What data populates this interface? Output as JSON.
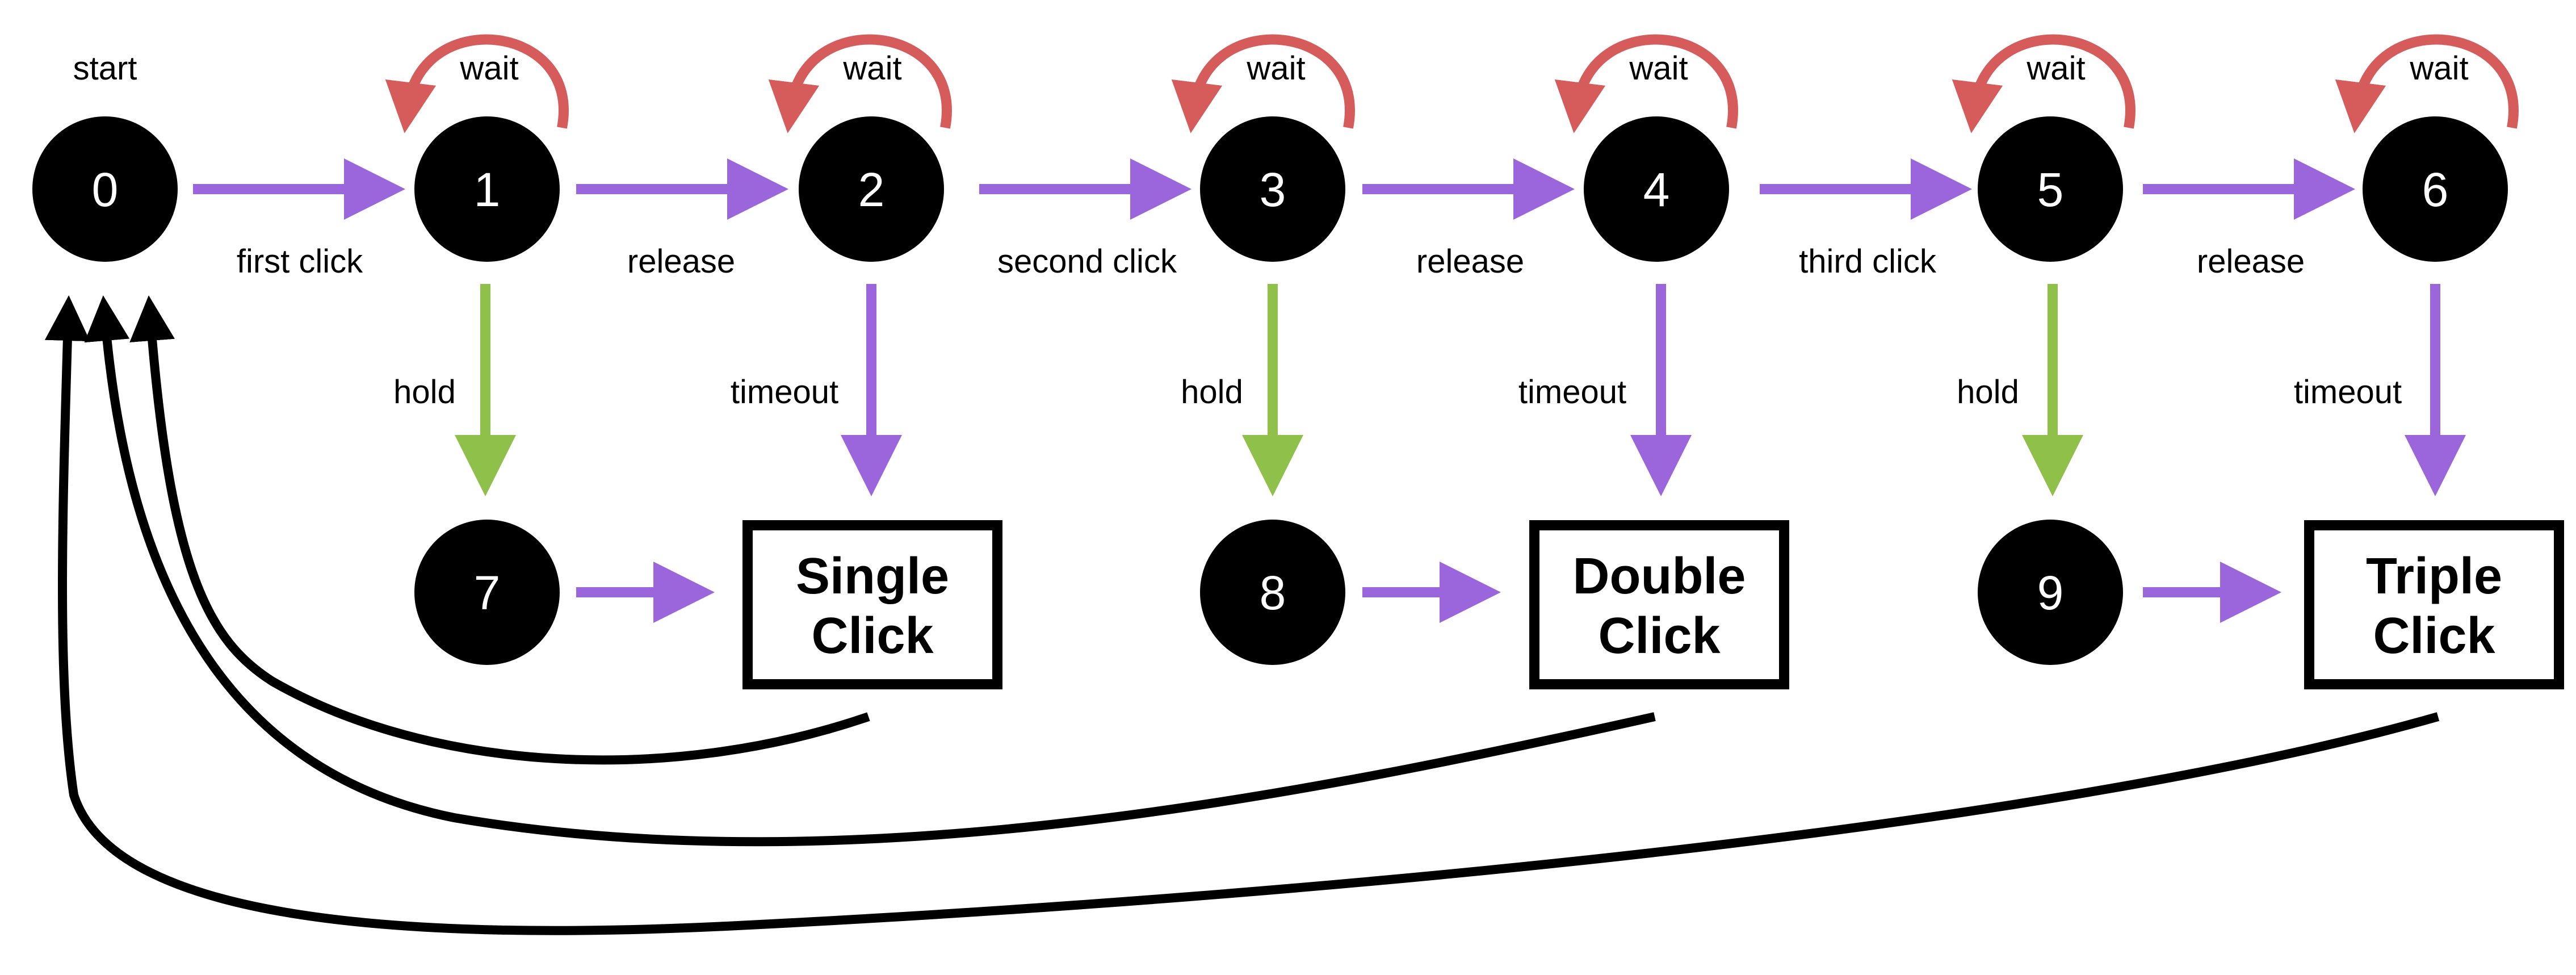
{
  "diagram": {
    "start_label": "start",
    "states": [
      "0",
      "1",
      "2",
      "3",
      "4",
      "5",
      "6",
      "7",
      "8",
      "9"
    ],
    "edge_labels": {
      "first_click": "first click",
      "release_1": "release",
      "second_click": "second click",
      "release_2": "release",
      "third_click": "third click",
      "release_3": "release",
      "wait_1": "wait",
      "wait_2": "wait",
      "wait_3": "wait",
      "wait_4": "wait",
      "wait_5": "wait",
      "wait_6": "wait",
      "hold_1": "hold",
      "hold_2": "hold",
      "hold_3": "hold",
      "timeout_1": "timeout",
      "timeout_2": "timeout",
      "timeout_3": "timeout"
    },
    "outcomes": {
      "single": [
        "Single",
        "Click"
      ],
      "double": [
        "Double",
        "Click"
      ],
      "triple": [
        "Triple",
        "Click"
      ]
    },
    "colors": {
      "node": "#000000",
      "node_text": "#ffffff",
      "transition": "#9b66db",
      "hold": "#8fc04a",
      "wait_loop": "#d65c5c",
      "return": "#000000"
    }
  }
}
